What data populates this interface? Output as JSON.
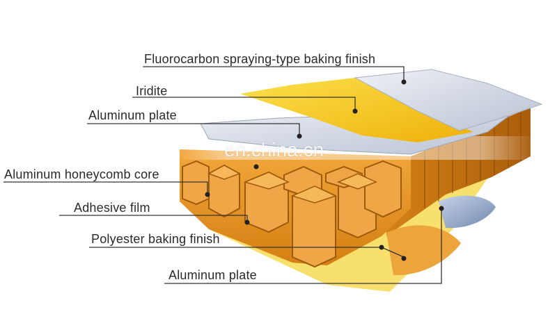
{
  "labels": {
    "fluorocarbon": "Fluorocarbon spraying-type baking finish",
    "iridite": "Iridite",
    "aluminum_plate_top": "Aluminum plate",
    "honeycomb_core": "Aluminum honeycomb core",
    "adhesive_film": "Adhesive film",
    "polyester": "Polyester baking finish",
    "aluminum_plate_bottom": "Aluminum plate"
  },
  "watermark": "en.china.cn",
  "colors": {
    "honeycomb": "#e3921e",
    "honeycomb_dark": "#b8650f",
    "coating_yellow": "#f6c51a",
    "aluminum": "#d3d8e3",
    "aluminum_blue": "#8ea4c4",
    "leader_line": "#333333"
  }
}
